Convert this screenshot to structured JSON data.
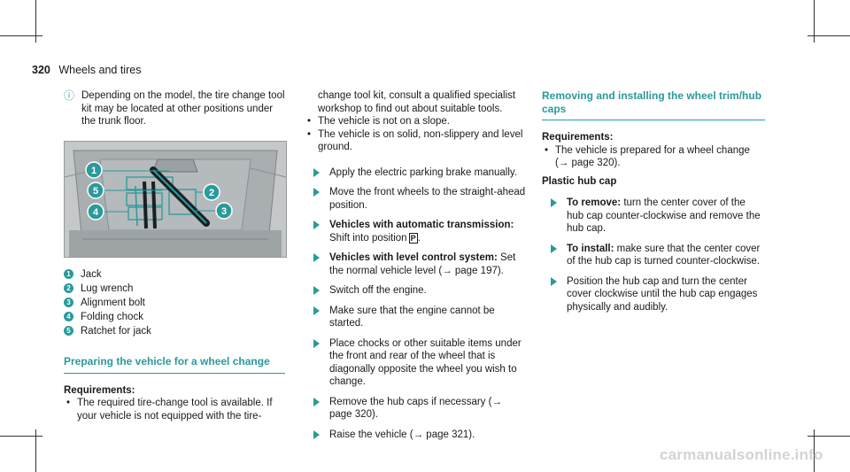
{
  "header": {
    "page_number": "320",
    "title": "Wheels and tires"
  },
  "col1": {
    "note_text": "Depending on the model, the tire change tool kit may be located at other positions under the trunk floor.",
    "legend": [
      {
        "num": "1",
        "label": "Jack"
      },
      {
        "num": "2",
        "label": "Lug wrench"
      },
      {
        "num": "3",
        "label": "Alignment bolt"
      },
      {
        "num": "4",
        "label": "Folding chock"
      },
      {
        "num": "5",
        "label": "Ratchet for jack"
      }
    ],
    "section_title": "Preparing the vehicle for a wheel change",
    "req_head": "Requirements:",
    "req1": "The required tire-change tool is available. If your vehicle is not equipped with the tire-"
  },
  "col2": {
    "req1_cont": "change tool kit, consult a qualified specialist workshop to find out about suitable tools.",
    "req2": "The vehicle is not on a slope.",
    "req3": "The vehicle is on solid, non-slippery and level ground.",
    "step1": "Apply the electric parking brake manually.",
    "step2": "Move the front wheels to the straight-ahead position.",
    "step3_bold": "Vehicles with automatic transmission:",
    "step3_text": "Shift into position",
    "step3_symbol": "P",
    "step4_bold": "Vehicles with level control system:",
    "step4_text": "Set the normal vehicle level (→ page 197).",
    "step5": "Switch off the engine.",
    "step6": "Make sure that the engine cannot be started.",
    "step7": "Place chocks or other suitable items under the front and rear of the wheel that is diagonally opposite the wheel you wish to change.",
    "step8": "Remove the hub caps if necessary (→ page 320).",
    "step9": "Raise the vehicle (→ page 321)."
  },
  "col3": {
    "section_title": "Removing and installing the wheel trim/hub caps",
    "req_head": "Requirements:",
    "req1": "The vehicle is prepared for a wheel change (→ page 320).",
    "sub_head": "Plastic hub cap",
    "step1_bold": "To remove:",
    "step1_text": "turn the center cover of the hub cap counter-clockwise and remove the hub cap.",
    "step2_bold": "To install:",
    "step2_text": "make sure that the center cover of the hub cap is turned counter-clockwise.",
    "step3": "Position the hub cap and turn the center cover clockwise until the hub cap engages physically and audibly."
  },
  "watermark": "carmanualsonline.info",
  "colors": {
    "accent": "#2a9a9a",
    "text": "#1a1a1a"
  },
  "icons": {
    "note": "info-icon",
    "step": "step-arrow-icon"
  }
}
